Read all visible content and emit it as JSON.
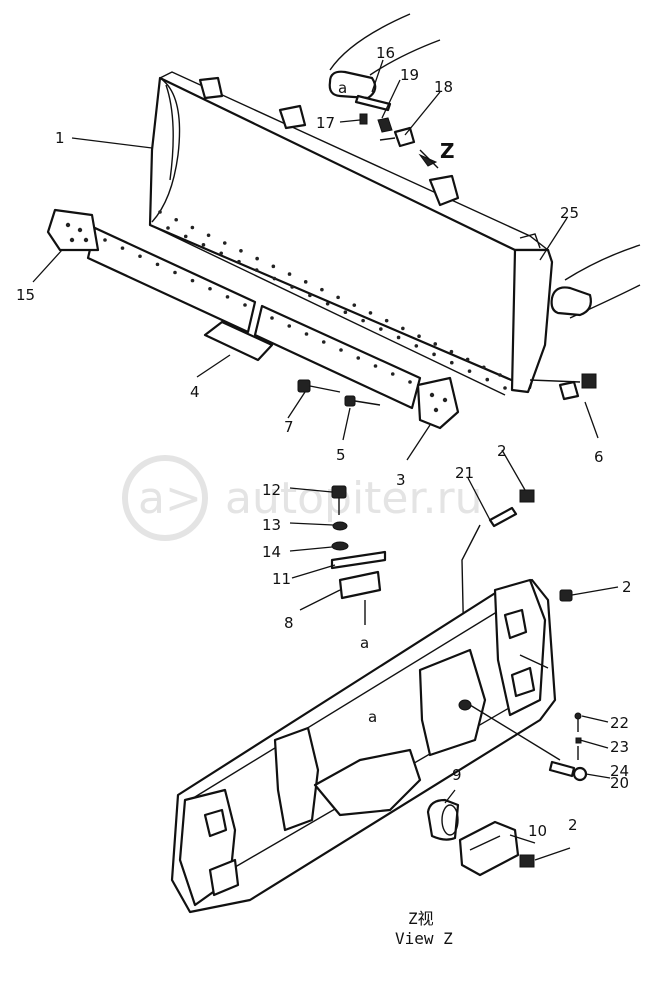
{
  "watermark": {
    "symbol": "a>",
    "text": "autopiter.ru"
  },
  "caption": {
    "line1": "Z视",
    "line2": "View Z"
  },
  "view_marker": "Z",
  "section_markers": {
    "upper": "a",
    "lower_left": "a",
    "top_detail": "a"
  },
  "labels": [
    {
      "id": "1",
      "text": "1"
    },
    {
      "id": "2a",
      "text": "2"
    },
    {
      "id": "2b",
      "text": "2"
    },
    {
      "id": "2c",
      "text": "2"
    },
    {
      "id": "3",
      "text": "3"
    },
    {
      "id": "4",
      "text": "4"
    },
    {
      "id": "5",
      "text": "5"
    },
    {
      "id": "6",
      "text": "6"
    },
    {
      "id": "7",
      "text": "7"
    },
    {
      "id": "8",
      "text": "8"
    },
    {
      "id": "9",
      "text": "9"
    },
    {
      "id": "10",
      "text": "10"
    },
    {
      "id": "11",
      "text": "11"
    },
    {
      "id": "12",
      "text": "12"
    },
    {
      "id": "13",
      "text": "13"
    },
    {
      "id": "14",
      "text": "14"
    },
    {
      "id": "15",
      "text": "15"
    },
    {
      "id": "16",
      "text": "16"
    },
    {
      "id": "17",
      "text": "17"
    },
    {
      "id": "18",
      "text": "18"
    },
    {
      "id": "19",
      "text": "19"
    },
    {
      "id": "20",
      "text": "20"
    },
    {
      "id": "21",
      "text": "21"
    },
    {
      "id": "22",
      "text": "22"
    },
    {
      "id": "23",
      "text": "23"
    },
    {
      "id": "24",
      "text": "24"
    },
    {
      "id": "25",
      "text": "25"
    }
  ]
}
